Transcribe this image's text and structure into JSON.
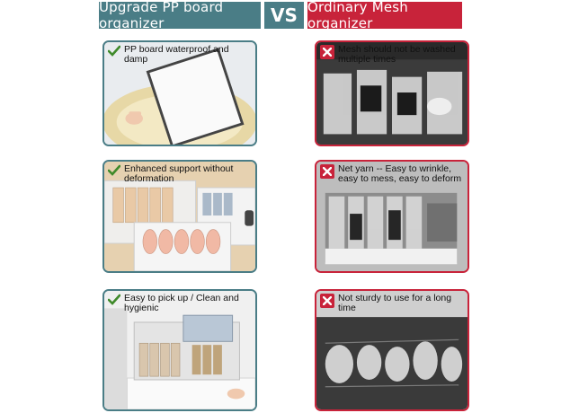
{
  "header": {
    "left_title": "Upgrade PP board organizer",
    "vs": "VS",
    "right_title": "Ordinary Mesh organizer"
  },
  "pros": [
    {
      "text": "PP board waterproof and damp",
      "icon": "check-icon"
    },
    {
      "text": "Enhanced support without deformation",
      "icon": "check-icon"
    },
    {
      "text": "Easy to pick up / Clean and hygienic",
      "icon": "check-icon"
    }
  ],
  "cons": [
    {
      "text": "Mesh should not be washed multiple times",
      "icon": "x-icon"
    },
    {
      "text": "Net yarn -- Easy to wrinkle, easy to mess, easy to deform",
      "icon": "x-icon"
    },
    {
      "text": "Not sturdy to use for a long time",
      "icon": "x-icon"
    }
  ],
  "colors": {
    "teal": "#4a7d86",
    "red": "#c8233a",
    "check_green": "#3f8a2a"
  }
}
